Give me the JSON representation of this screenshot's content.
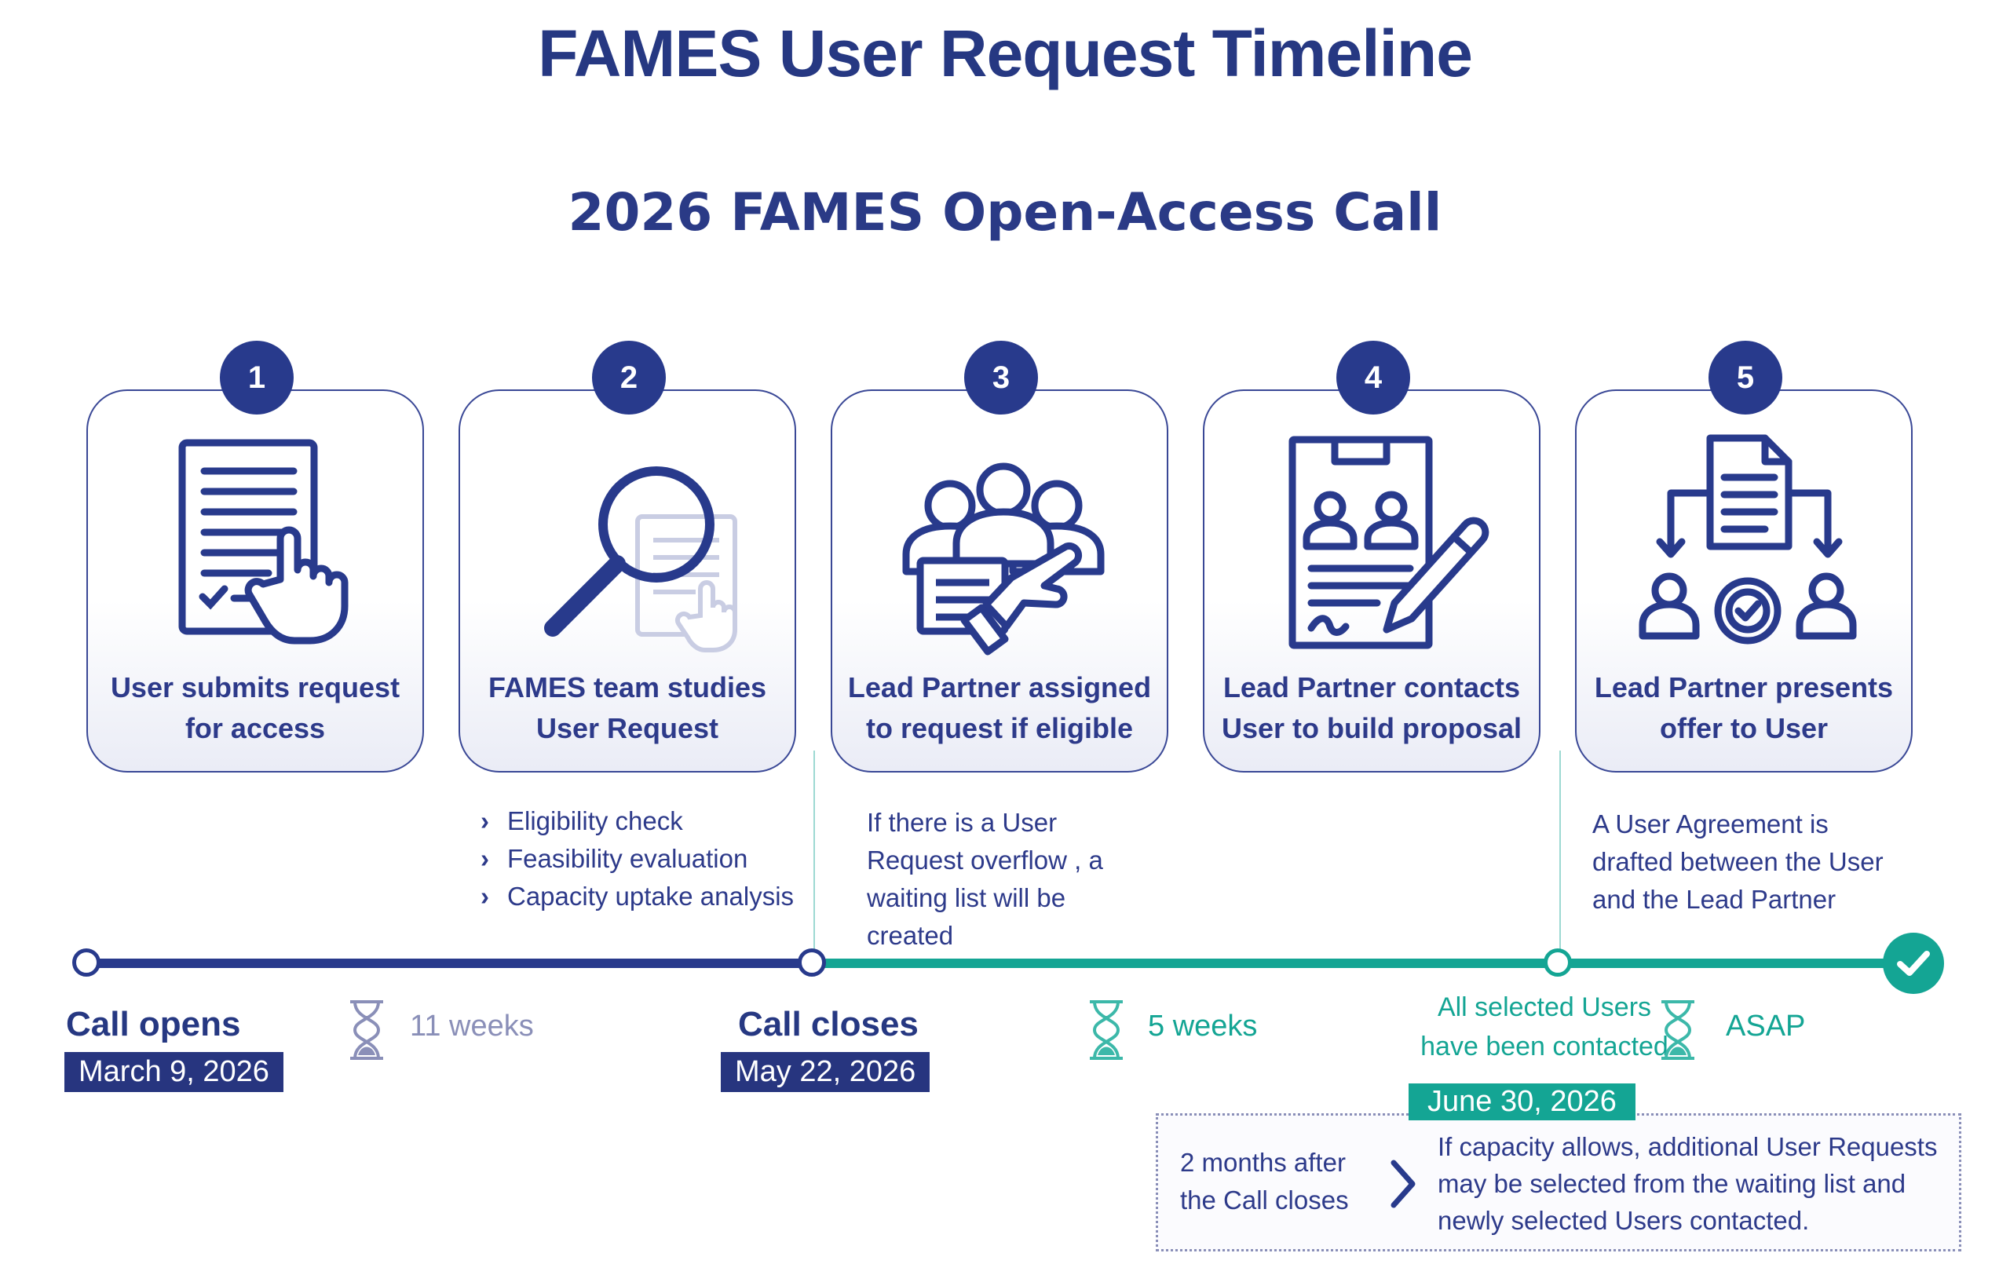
{
  "title": "FAMES User Request Timeline",
  "subtitle": "2026 FAMES Open-Access Call",
  "colors": {
    "navy": "#283a8c",
    "teal": "#14a594",
    "lightTeal": "#3cb8a9",
    "grey": "#8a8fb8"
  },
  "steps": [
    {
      "number": "1",
      "line1": "User submits request",
      "line2": "for access",
      "icon": "document-hand-icon"
    },
    {
      "number": "2",
      "line1": "FAMES team studies",
      "line2": "User Request",
      "icon": "magnifier-document-icon"
    },
    {
      "number": "3",
      "line1": "Lead Partner assigned",
      "line2": "to request if eligible",
      "icon": "team-pointing-icon"
    },
    {
      "number": "4",
      "line1": "Lead Partner  contacts",
      "line2": "User to build proposal",
      "icon": "contract-pen-icon"
    },
    {
      "number": "5",
      "line1": "Lead Partner presents",
      "line2": "offer to  User",
      "icon": "document-distribution-icon"
    }
  ],
  "step2_bullets": [
    "Eligibility check",
    "Feasibility evaluation",
    "Capacity uptake analysis"
  ],
  "step3_note": [
    "If there is a User",
    "Request overflow , a",
    "waiting list will be",
    "created"
  ],
  "step5_note": [
    "A User Agreement is",
    "drafted between the User",
    "and the Lead Partner"
  ],
  "milestones": {
    "open_label": "Call opens",
    "open_date": "March 9, 2026",
    "close_label": "Call closes",
    "close_date": "May 22, 2026",
    "contacted_line1": "All selected Users",
    "contacted_line2": "have been contacted",
    "contacted_date": "June 30, 2026"
  },
  "durations": {
    "first": "11 weeks",
    "second": "5 weeks",
    "third": "ASAP"
  },
  "waiting_box": {
    "left_line1": "2 months after",
    "left_line2": "the Call closes",
    "right_line1": "If capacity allows, additional User Requests",
    "right_line2": "may be selected from the waiting list and",
    "right_line3": "newly selected Users contacted."
  }
}
